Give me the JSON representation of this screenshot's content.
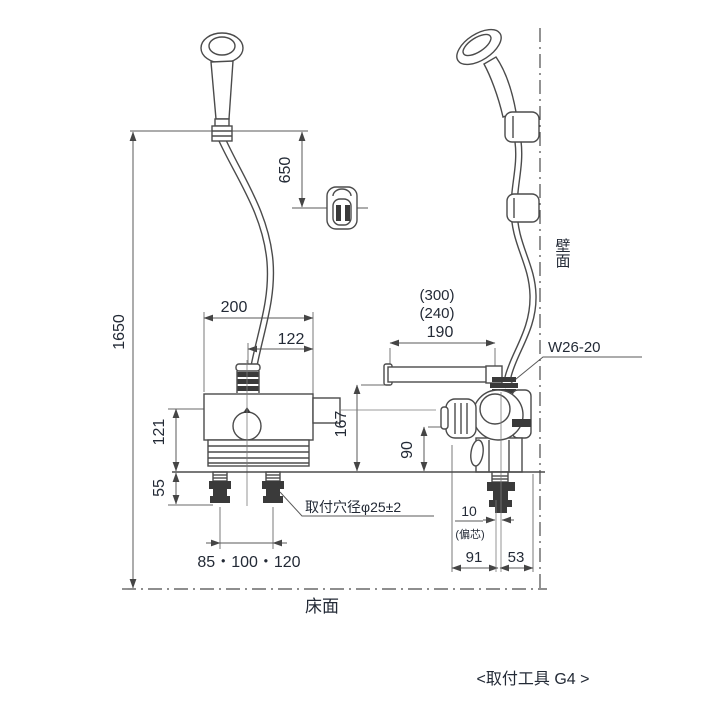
{
  "drawing": {
    "labels": {
      "wall": "壁面",
      "floor": "床面",
      "mount_hole": "取付穴径φ25±2",
      "thread_spec": "W26-20",
      "eccentric_note": "(偏芯)",
      "tool_note": "<取付工具 G4 >"
    },
    "dimensions": {
      "total_height": "1650",
      "shower_drop": "650",
      "body_width": "200",
      "hose_offset": "122",
      "body_height": "121",
      "shank_length": "55",
      "mount_pitch": "85・100・120",
      "spout_alt_300": "(300)",
      "spout_alt_240": "(240)",
      "spout_length": "190",
      "spout_height": "167",
      "handle_height": "90",
      "eccentric_offset": "10",
      "depth_front": "91",
      "depth_rear": "53"
    }
  }
}
